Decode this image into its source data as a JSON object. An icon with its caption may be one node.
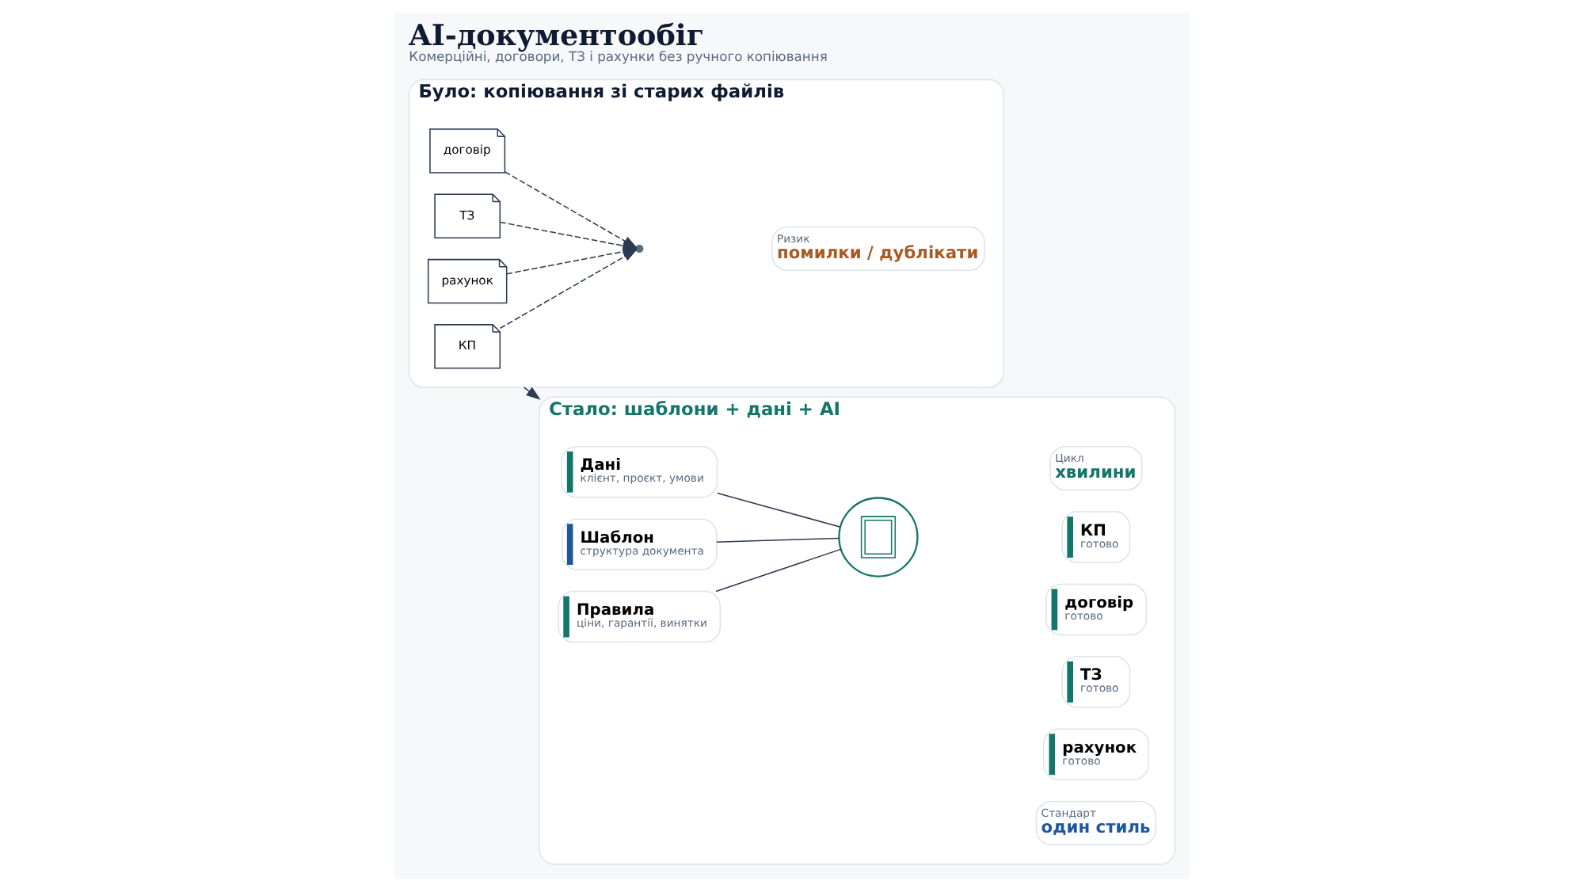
{
  "diagram": {
    "title": "AI-документообіг",
    "caption": "Комерційні, договори, ТЗ і рахунки без ручного копіювання",
    "nodes": [
      {
        "text": [
          "Було: копіювання зі старих файлів"
        ]
      },
      {
        "text": [
          "КП"
        ],
        "in": 0
      },
      {
        "text": [
          "договір"
        ],
        "in": 0
      },
      {
        "text": [
          "ТЗ"
        ],
        "in": 0
      },
      {
        "text": [
          "рахунок"
        ],
        "in": 0
      },
      {
        "text": [
          "Ризик",
          "помилки / дублікати"
        ],
        "in": 0
      },
      {
        "text": [
          "Стало: шаблони + дані + AI"
        ]
      },
      {
        "text": [
          "Дані",
          "клієнт, проєкт, умови"
        ],
        "in": 6
      },
      {
        "text": [
          "Шаблон",
          "структура документа"
        ],
        "in": 6
      },
      {
        "text": [
          "Правила",
          "ціни, гарантії, винятки"
        ],
        "in": 6
      },
      {
        "text": [],
        "shape": "circle",
        "in": 6
      },
      {
        "text": [
          "КП",
          "готово"
        ],
        "in": 6
      },
      {
        "text": [
          "договір",
          "готово"
        ],
        "in": 6
      },
      {
        "text": [
          "ТЗ",
          "готово"
        ],
        "in": 6
      },
      {
        "text": [
          "рахунок",
          "готово"
        ],
        "in": 6
      },
      {
        "text": [
          "Цикл",
          "хвилини"
        ],
        "in": 6
      },
      {
        "text": [
          "Стандарт",
          "один стиль"
        ],
        "in": 6
      },
      {
        "text": [],
        "shape": "point",
        "in": 0
      }
    ],
    "edges": [
      {
        "from": 1,
        "to": 17,
        "arrow": "to",
        "style": "dashed"
      },
      {
        "from": 2,
        "to": 17,
        "arrow": "to",
        "style": "dashed"
      },
      {
        "from": 3,
        "to": 17,
        "arrow": "to",
        "style": "dashed"
      },
      {
        "from": 4,
        "to": 17,
        "arrow": "to",
        "style": "dashed"
      },
      {
        "from": 0,
        "to": 6,
        "arrow": "to"
      },
      {
        "from": 7,
        "to": 10,
        "arrow": "none"
      },
      {
        "from": 8,
        "to": 10,
        "arrow": "none"
      },
      {
        "from": 9,
        "to": 10,
        "arrow": "none"
      }
    ]
  }
}
